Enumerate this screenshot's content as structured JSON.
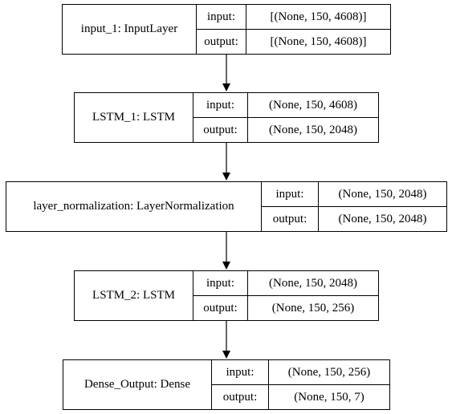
{
  "nodes": [
    {
      "name": "input_1: InputLayer",
      "input_label": "input:",
      "output_label": "output:",
      "input_shape": "[(None, 150, 4608)]",
      "output_shape": "[(None, 150, 4608)]"
    },
    {
      "name": "LSTM_1: LSTM",
      "input_label": "input:",
      "output_label": "output:",
      "input_shape": "(None, 150, 4608)",
      "output_shape": "(None, 150, 2048)"
    },
    {
      "name": "layer_normalization: LayerNormalization",
      "input_label": "input:",
      "output_label": "output:",
      "input_shape": "(None, 150, 2048)",
      "output_shape": "(None, 150, 2048)"
    },
    {
      "name": "LSTM_2: LSTM",
      "input_label": "input:",
      "output_label": "output:",
      "input_shape": "(None, 150, 2048)",
      "output_shape": "(None, 150, 256)"
    },
    {
      "name": "Dense_Output: Dense",
      "input_label": "input:",
      "output_label": "output:",
      "input_shape": "(None, 150, 256)",
      "output_shape": "(None, 150, 7)"
    }
  ],
  "edges": [
    {
      "from": "input_1: InputLayer",
      "to": "LSTM_1: LSTM"
    },
    {
      "from": "LSTM_1: LSTM",
      "to": "layer_normalization: LayerNormalization"
    },
    {
      "from": "layer_normalization: LayerNormalization",
      "to": "LSTM_2: LSTM"
    },
    {
      "from": "LSTM_2: LSTM",
      "to": "Dense_Output: Dense"
    }
  ],
  "colors": {
    "line": "#000000",
    "background": "#ffffff"
  }
}
